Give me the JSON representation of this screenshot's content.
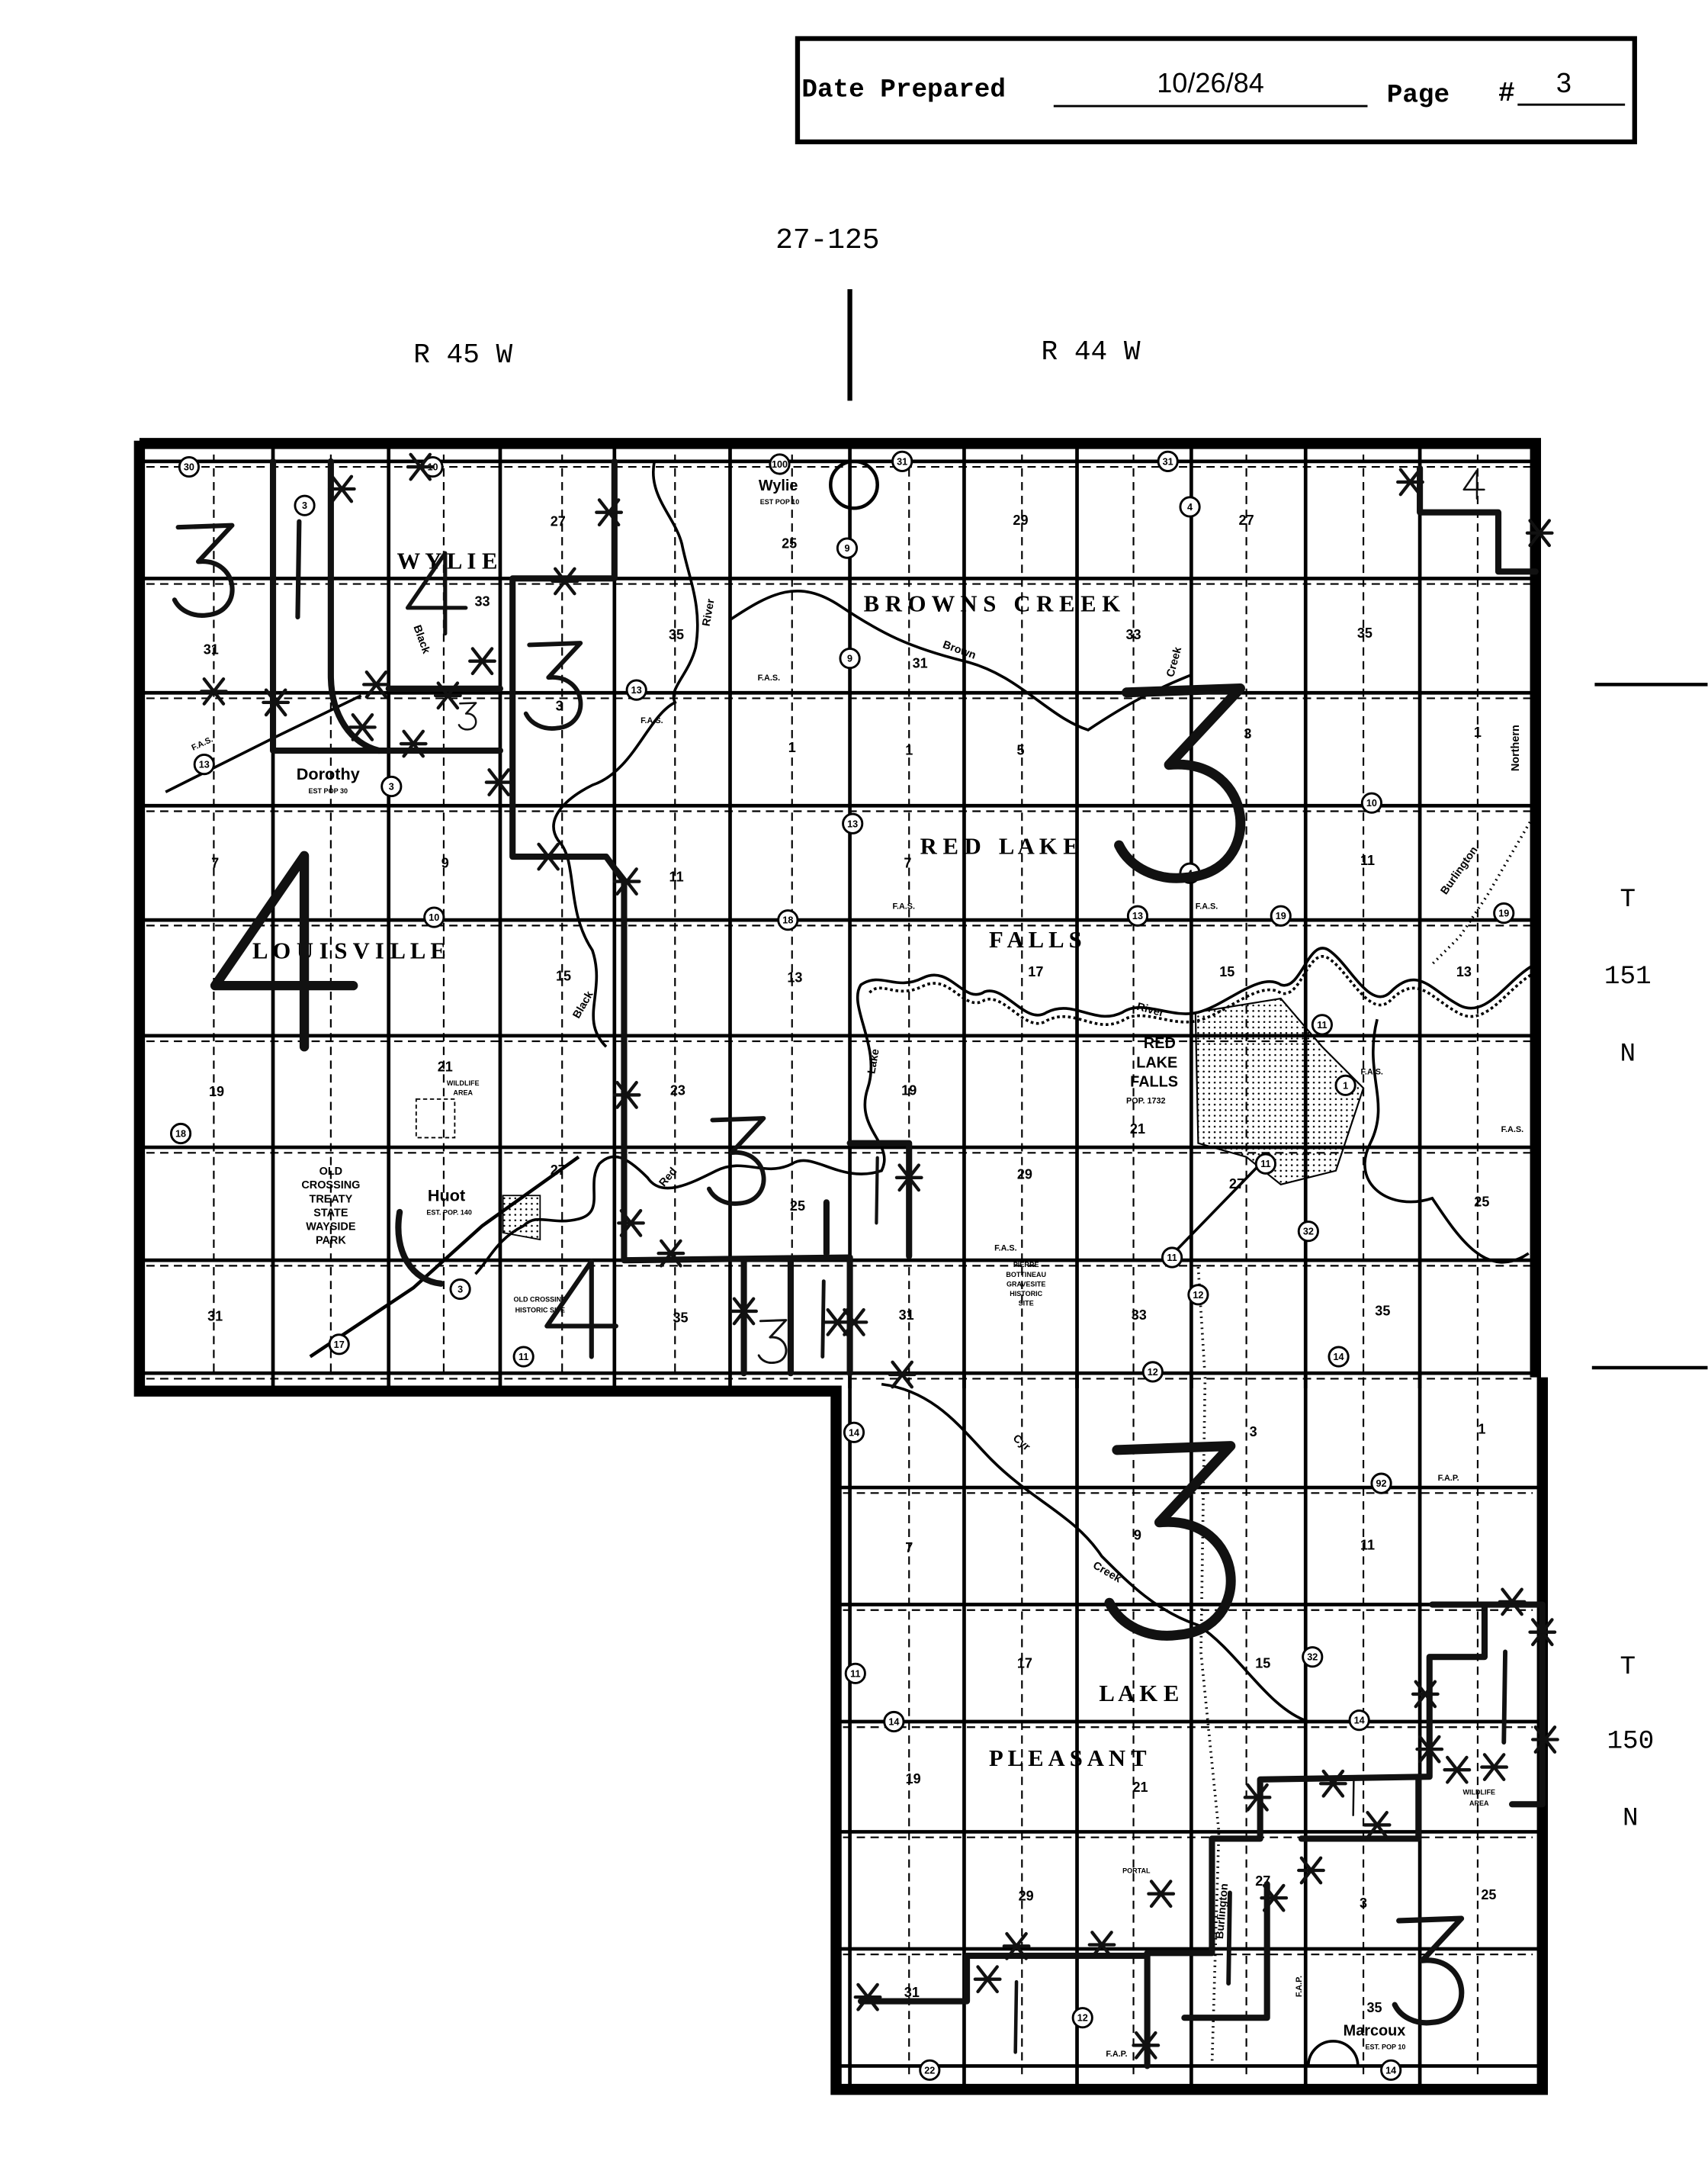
{
  "header": {
    "date_label": "Date Prepared",
    "date_value": "10/26/84",
    "page_label": "Page",
    "page_hash": "#",
    "page_value": "3"
  },
  "map_id": "27-125",
  "ranges": {
    "west": "R 45 W",
    "east": "R 44 W"
  },
  "townships": {
    "north": {
      "t": "T",
      "num": "151",
      "n": "N"
    },
    "south": {
      "t": "T",
      "num": "150",
      "n": "N"
    }
  },
  "township_names": [
    "W Y L I E",
    "B R O W N S   C R E E K",
    "R E D   L A K E",
    "L O U I S V I L L E",
    "F A L L S",
    "L A K E",
    "P L E A S A N T"
  ],
  "places": {
    "wylie": {
      "name": "Wylie",
      "pop": "EST POP 10"
    },
    "dorothy": {
      "name": "Dorothy",
      "pop": "EST POP 30"
    },
    "huot": {
      "name": "Huot",
      "pop": "EST. POP. 140"
    },
    "red_lake_falls": {
      "line1": "RED",
      "line2": "LAKE",
      "line3": "FALLS",
      "pop": "POP. 1732"
    },
    "old_crossing_park": [
      "OLD",
      "CROSSING",
      "TREATY",
      "STATE",
      "WAYSIDE",
      "PARK"
    ],
    "old_crossing_site": [
      "OLD CROSSING",
      "HISTORIC SITE"
    ],
    "pierre_bottineau": [
      "PIERRE",
      "BOTTINEAU",
      "GRAVESITE",
      "HISTORIC",
      "SITE"
    ],
    "wildlife_area_1": [
      "WILDLIFE",
      "AREA"
    ],
    "wildlife_area_2": [
      "WILDLIFE",
      "AREA"
    ],
    "marcoux": {
      "name": "Marcoux",
      "pop": "EST. POP 10"
    }
  },
  "features": {
    "river_1": "River",
    "black_river": "Black",
    "brown_creek": "Brown",
    "creek": "Creek",
    "red_lake_river": "River",
    "lake": "Lake",
    "red": "Red",
    "cyr": "Cyr",
    "cyr_creek": "Creek",
    "northern": "Northern",
    "burlington_1": "Burlington",
    "burlington_2": "Burlington",
    "portal": "PORTAL",
    "fas": [
      "F.A.S.",
      "F.A.S.",
      "F.A.S.",
      "F.A.S.",
      "F.A.S.",
      "F.A.S.",
      "F.A.S.",
      "F.A.P.",
      "F.A.P.",
      "F.A.S.",
      "F.A.P."
    ]
  },
  "sections": [
    "27",
    "25",
    "29",
    "27",
    "31",
    "33",
    "35",
    "31",
    "33",
    "35",
    "1",
    "5",
    "3",
    "1",
    "7",
    "9",
    "11",
    "7",
    "11",
    "15",
    "13",
    "17",
    "15",
    "13",
    "19",
    "21",
    "23",
    "19",
    "21",
    "27",
    "29",
    "25",
    "27",
    "25",
    "31",
    "35",
    "31",
    "33",
    "35",
    "3",
    "1",
    "7",
    "9",
    "11",
    "17",
    "15",
    "19",
    "21",
    "29",
    "27",
    "25",
    "31",
    "35",
    "3",
    "1",
    "3"
  ],
  "shields": [
    "30",
    "3",
    "10",
    "100",
    "31",
    "31",
    "4",
    "9",
    "9",
    "13",
    "13",
    "3",
    "13",
    "18",
    "10",
    "13",
    "4",
    "19",
    "19",
    "10",
    "11",
    "1",
    "18",
    "11",
    "11",
    "32",
    "14",
    "17",
    "3",
    "11",
    "12",
    "12",
    "14",
    "92",
    "32",
    "14",
    "14",
    "12",
    "22",
    "14",
    "11"
  ],
  "zone_numbers": [
    "3",
    "1",
    "4",
    "3",
    "3",
    "3",
    "4",
    "3",
    "1",
    "4",
    "3",
    "1",
    "3",
    "1",
    "1",
    "1",
    "3",
    "1",
    "4"
  ]
}
